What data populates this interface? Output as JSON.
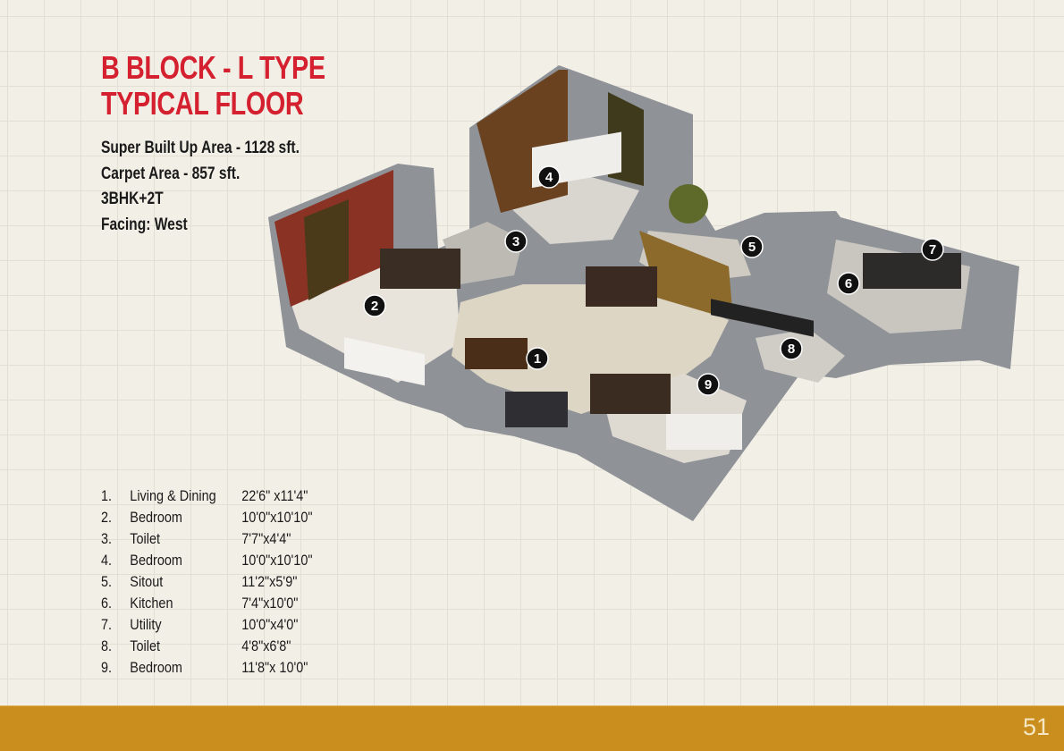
{
  "title_lines": [
    "B BLOCK - L TYPE",
    "TYPICAL FLOOR"
  ],
  "specs": [
    "Super Built Up Area - 1128 sft.",
    "Carpet Area - 857 sft.",
    "3BHK+2T",
    "Facing: West"
  ],
  "rooms": [
    {
      "num": "1.",
      "name": "Living & Dining",
      "size": "22'6\" x11'4\""
    },
    {
      "num": "2.",
      "name": "Bedroom",
      "size": "10'0\"x10'10\""
    },
    {
      "num": "3.",
      "name": "Toilet",
      "size": "7'7\"x4'4\""
    },
    {
      "num": "4.",
      "name": "Bedroom",
      "size": "10'0\"x10'10\""
    },
    {
      "num": "5.",
      "name": "Sitout",
      "size": "11'2\"x5'9\""
    },
    {
      "num": "6.",
      "name": "Kitchen",
      "size": "7'4\"x10'0\""
    },
    {
      "num": "7.",
      "name": "Utility",
      "size": "10'0\"x4'0\""
    },
    {
      "num": "8.",
      "name": "Toilet",
      "size": "4'8\"x6'8\""
    },
    {
      "num": "9.",
      "name": "Bedroom",
      "size": "11'8\"x 10'0\""
    }
  ],
  "plan_markers": [
    "1",
    "2",
    "3",
    "4",
    "5",
    "6",
    "7",
    "8",
    "9"
  ],
  "page_number": "51",
  "colors": {
    "title": "#d4202f",
    "footer": "#c98e1e",
    "background": "#f2efe7"
  }
}
